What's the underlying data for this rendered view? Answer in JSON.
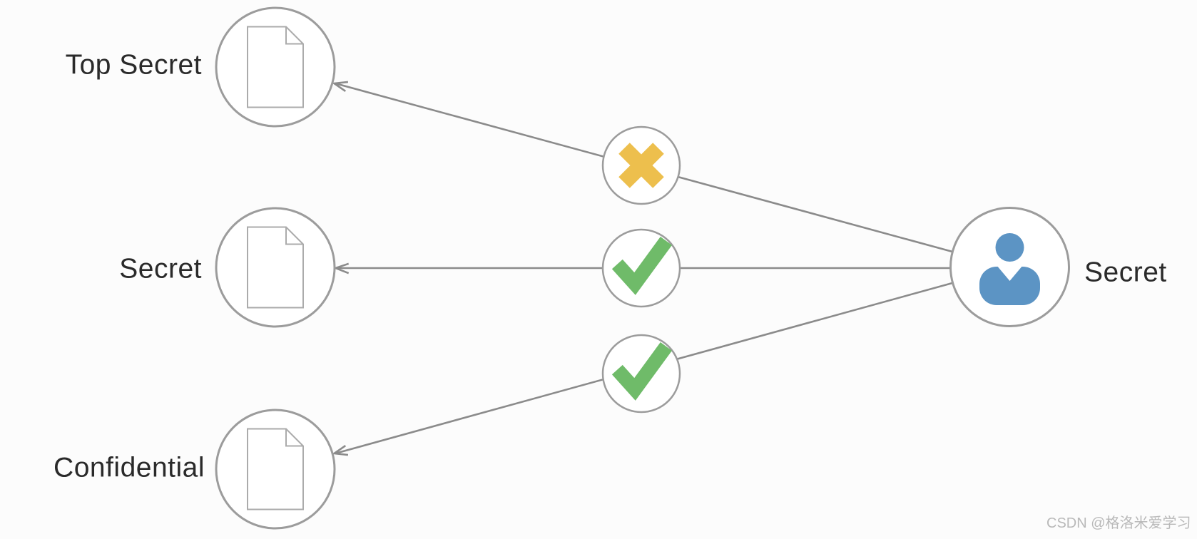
{
  "diagram": {
    "title_hint": "mandatory-access-control-levels",
    "documents": [
      {
        "label": "Top Secret",
        "access": "denied"
      },
      {
        "label": "Secret",
        "access": "allowed"
      },
      {
        "label": "Confidential",
        "access": "allowed"
      }
    ],
    "subject": {
      "label": "Secret",
      "type": "user"
    },
    "colors": {
      "denied": "#EDBF4D",
      "allowed": "#6FBB69",
      "subject": "#5C94C4",
      "line": "#8B8B8B"
    }
  },
  "watermark": {
    "text": "CSDN @格洛米爱学习"
  }
}
